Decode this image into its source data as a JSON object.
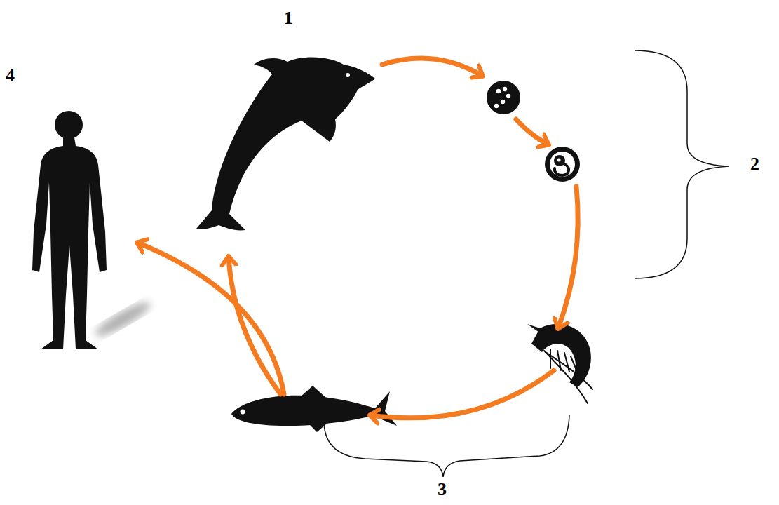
{
  "diagram": {
    "labels": [
      "1",
      "4",
      "2",
      "3"
    ]
  }
}
